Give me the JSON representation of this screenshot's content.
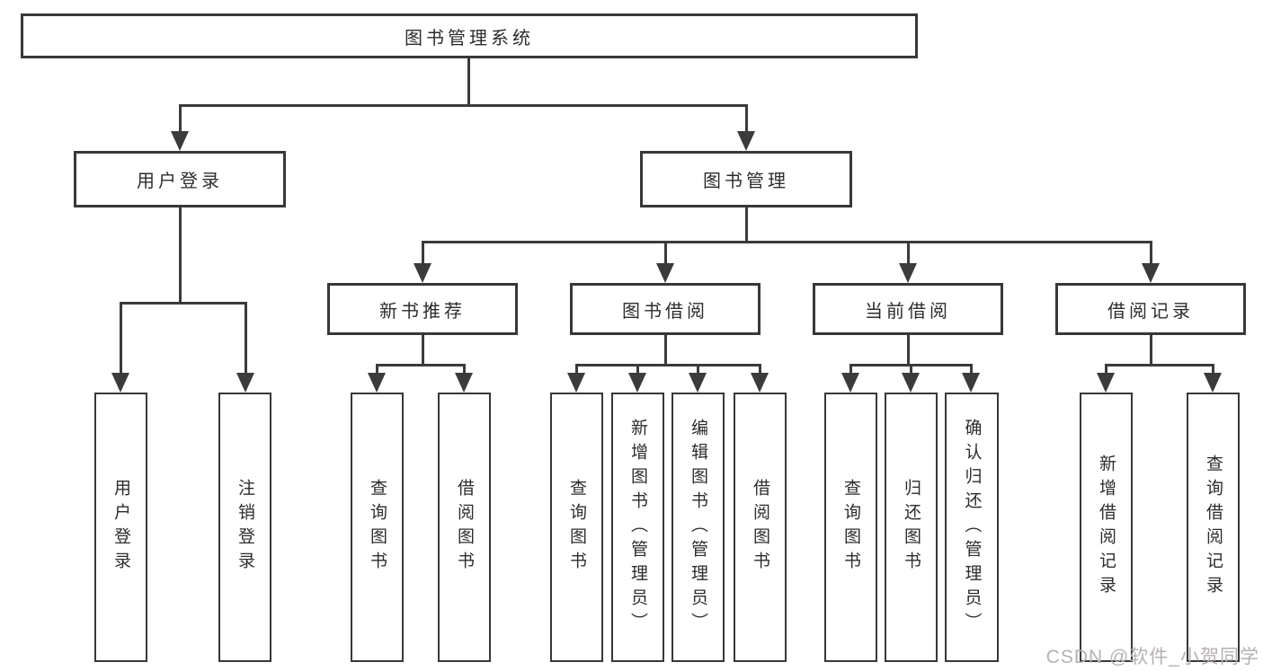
{
  "diagram": {
    "type": "hierarchy-tree",
    "root": {
      "label": "图书管理系统",
      "children": [
        {
          "label": "用户登录",
          "children": [
            {
              "label": "用户登录"
            },
            {
              "label": "注销登录"
            }
          ]
        },
        {
          "label": "图书管理",
          "children": [
            {
              "label": "新书推荐",
              "children": [
                {
                  "label": "查询图书"
                },
                {
                  "label": "借阅图书"
                }
              ]
            },
            {
              "label": "图书借阅",
              "children": [
                {
                  "label": "查询图书"
                },
                {
                  "label": "新增图书（管理员）"
                },
                {
                  "label": "编辑图书（管理员）"
                },
                {
                  "label": "借阅图书"
                }
              ]
            },
            {
              "label": "当前借阅",
              "children": [
                {
                  "label": "查询图书"
                },
                {
                  "label": "归还图书"
                },
                {
                  "label": "确认归还（管理员）"
                }
              ]
            },
            {
              "label": "借阅记录",
              "children": [
                {
                  "label": "新增借阅记录"
                },
                {
                  "label": "查询借阅记录"
                }
              ]
            }
          ]
        }
      ]
    }
  },
  "watermark": {
    "text": "CSDN @软件_小贺同学",
    "color": "#b7b1b1"
  },
  "colors": {
    "background": "#ffffff",
    "line": "#3b3b3b",
    "box_border": "#383838",
    "text": "#2d2d2d"
  }
}
